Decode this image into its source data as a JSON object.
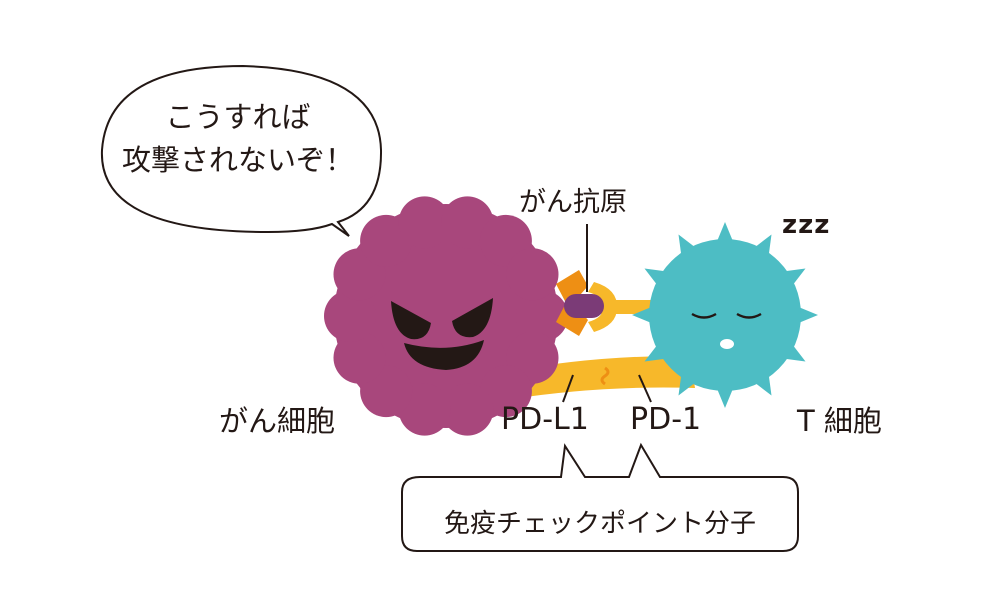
{
  "speech_bubble": {
    "line1": "こうすれば",
    "line2": "攻撃されないぞ！"
  },
  "labels": {
    "cancer_antigen": "がん抗原",
    "zzz": "zzz",
    "cancer_cell": "がん細胞",
    "t_cell": "T 細胞",
    "pd_l1": "PD-L1",
    "pd_1": "PD-1",
    "checkpoint": "免疫チェックポイント分子"
  },
  "colors": {
    "cancer_cell": "#a8477c",
    "t_cell": "#4dbdc4",
    "pd_l1_and_pd_1": "#f7b82a",
    "antigen": "#7b3b77",
    "receptor_orange": "#ee8f14",
    "outline": "#231815"
  }
}
